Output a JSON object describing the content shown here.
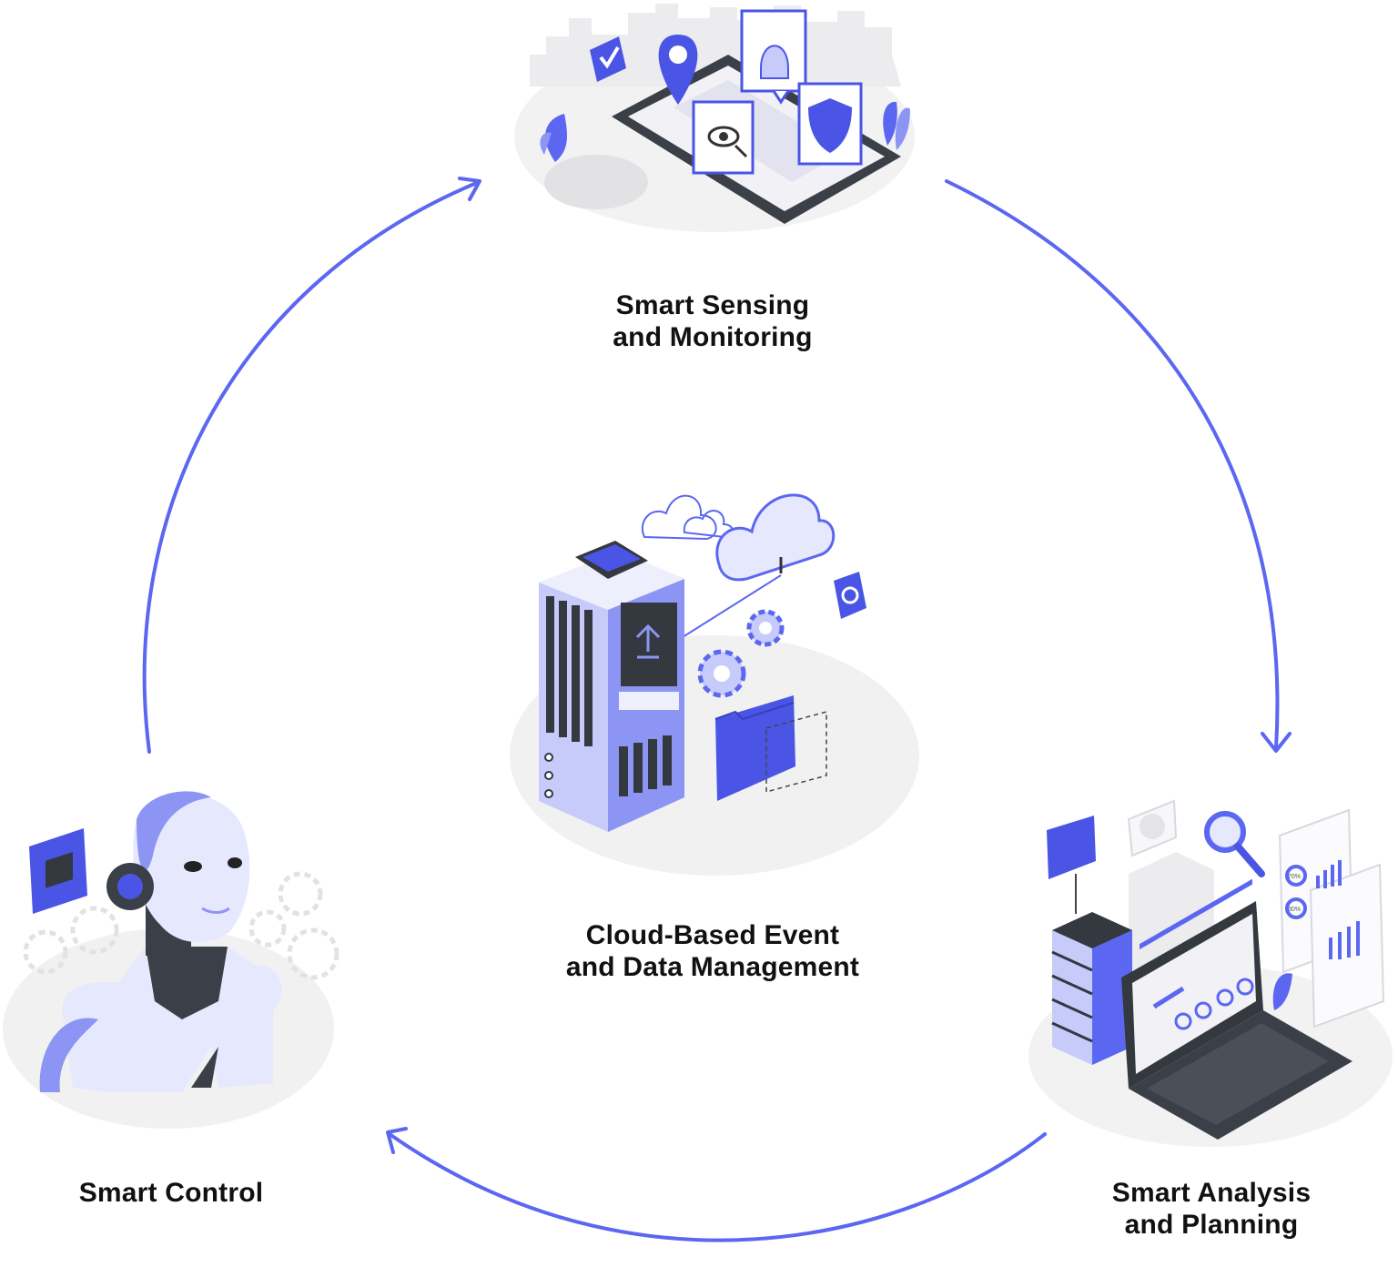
{
  "diagram": {
    "accent_color": "#5b67f0",
    "nodes": [
      {
        "id": "sensing",
        "line1": "Smart Sensing",
        "line2": "and Monitoring",
        "icon": "smart-sensing-illustration"
      },
      {
        "id": "analysis",
        "line1": "Smart Analysis",
        "line2": "and Planning",
        "icon": "analysis-laptop-illustration"
      },
      {
        "id": "control",
        "line1": "Smart Control",
        "line2": "",
        "icon": "robot-illustration"
      },
      {
        "id": "center",
        "line1": "Cloud-Based Event",
        "line2": "and Data Management",
        "icon": "cloud-server-illustration"
      }
    ],
    "cycle_arrows": [
      "sensing-to-analysis",
      "analysis-to-control",
      "control-to-sensing"
    ],
    "mini_chart_labels": [
      "70%",
      "30%"
    ]
  }
}
